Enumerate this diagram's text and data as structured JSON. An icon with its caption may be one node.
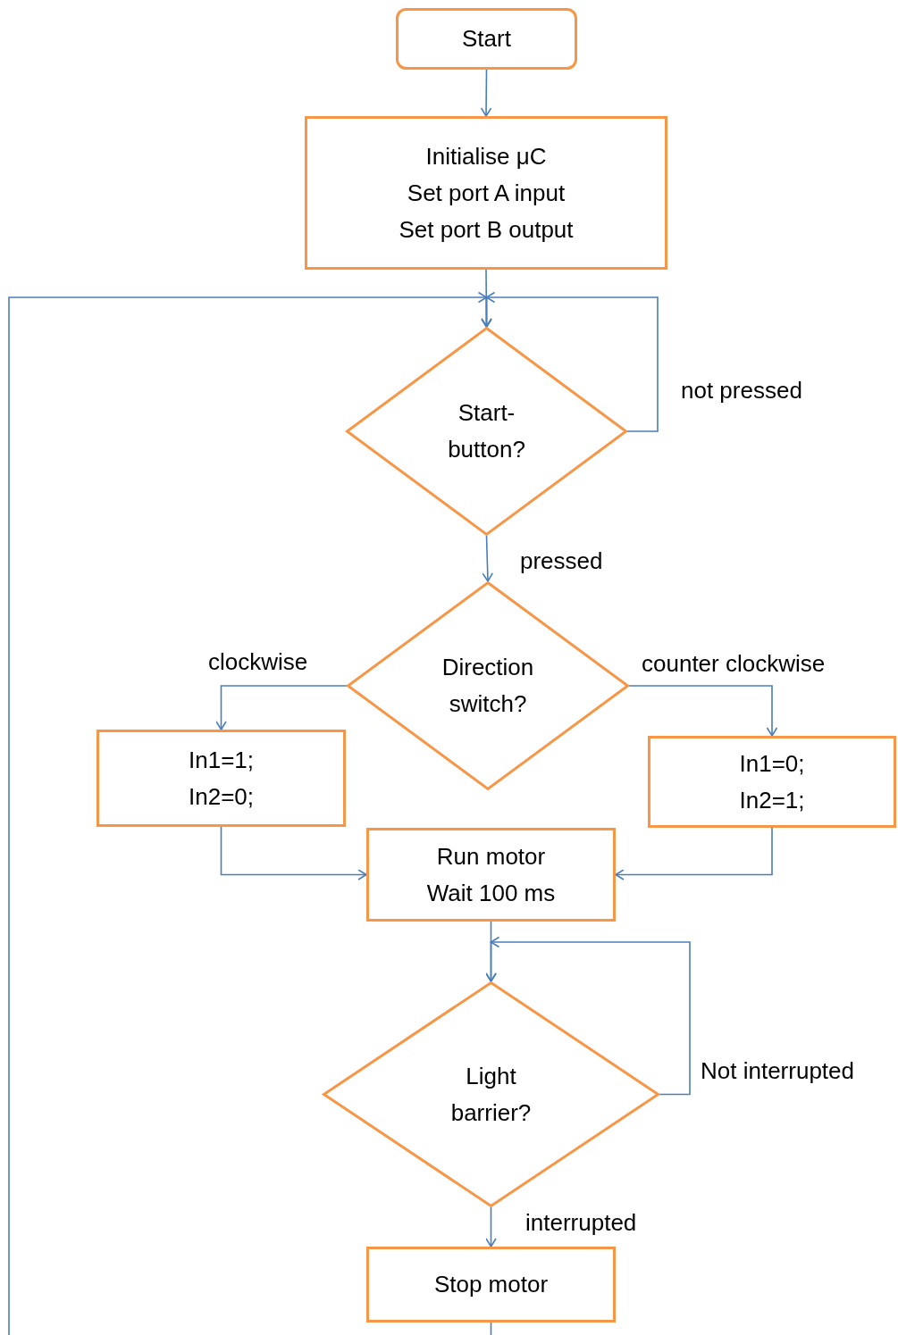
{
  "diagram": {
    "nodes": [
      {
        "text": [
          "Start"
        ]
      },
      {
        "text": [
          "Initialise μC",
          "Set port A input",
          "Set port B output"
        ]
      },
      {
        "text": [
          "Start- button?"
        ]
      },
      {
        "text": [
          "Direction switch?"
        ]
      },
      {
        "text": [
          "In1=1;",
          "In2=0;"
        ]
      },
      {
        "text": [
          "In1=0;",
          "In2=1;"
        ]
      },
      {
        "text": [
          "Run motor",
          "Wait 100 ms"
        ]
      },
      {
        "text": [
          "Light barrier?"
        ]
      },
      {
        "text": [
          "Stop motor"
        ]
      }
    ],
    "edges": [
      {
        "from": 0,
        "to": 1,
        "arrow": "to"
      },
      {
        "from": 1,
        "to": 2,
        "arrow": "to"
      },
      {
        "from": 2,
        "to": 2,
        "arrow": "to",
        "label": "not pressed"
      },
      {
        "from": 2,
        "to": 3,
        "arrow": "to",
        "label": "pressed"
      },
      {
        "from": 3,
        "to": 4,
        "arrow": "to",
        "label": "clockwise"
      },
      {
        "from": 3,
        "to": 5,
        "arrow": "to",
        "label": "counter clockwise"
      },
      {
        "from": 4,
        "to": 6,
        "arrow": "to"
      },
      {
        "from": 5,
        "to": 6,
        "arrow": "to"
      },
      {
        "from": 6,
        "to": 7,
        "arrow": "to"
      },
      {
        "from": 7,
        "to": 7,
        "arrow": "to",
        "label": "Not interrupted"
      },
      {
        "from": 7,
        "to": 8,
        "arrow": "to",
        "label": "interrupted"
      },
      {
        "from": 8,
        "to": 2,
        "arrow": "to"
      }
    ]
  }
}
